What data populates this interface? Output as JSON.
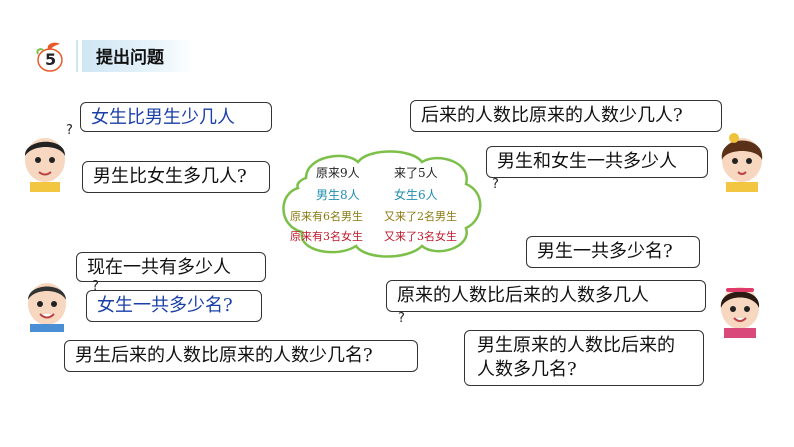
{
  "header": {
    "number": "5",
    "title": "提出问题"
  },
  "left_top_bubbles": {
    "q1": "女生比男生少几人",
    "q2": "男生比女生多几人?"
  },
  "left_bottom_bubbles": {
    "q1": "现在一共有多少人",
    "q2": "女生一共多少名?",
    "q3": "男生后来的人数比原来的人数少几名?"
  },
  "right_top_bubbles": {
    "q1": "后来的人数比原来的人数少几人?",
    "q2": "男生和女生一共多少人"
  },
  "right_bottom_bubbles": {
    "q1": "男生一共多少名?",
    "q2": "原来的人数比后来的人数多几人",
    "q3_line1": "男生原来的人数比后来的",
    "q3_line2": "人数多几名?"
  },
  "qmark": "?",
  "cloud": {
    "r1a": "原来9人",
    "r1b": "来了5人",
    "r2a": "男生8人",
    "r2b": "女生6人",
    "r3a": "原来有6名男生",
    "r3b": "又来了2名男生",
    "r4a": "原来有3名女生",
    "r4b": "又来了3名女生"
  },
  "colors": {
    "blue_text": "#1a3fa8",
    "teal_text": "#1f8fb0",
    "olive_text": "#8a7a10",
    "red_text": "#c0182c",
    "cloud_border": "#7cc04a",
    "header_bar": "#cfe6f4",
    "badge": "#e85a2a"
  }
}
